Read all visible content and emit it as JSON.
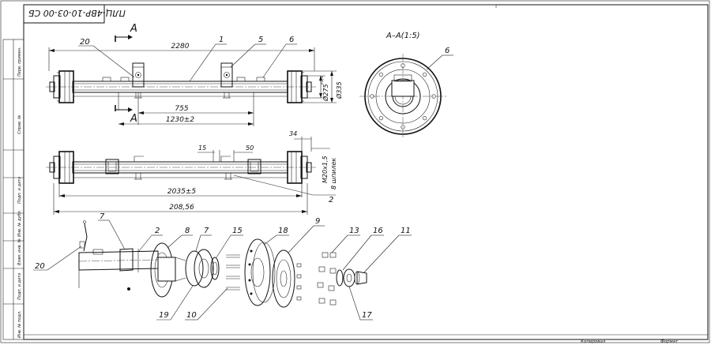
{
  "title_block": {
    "designation": "ПЛЦ-4ВР-10-03-00 СБ",
    "footer_copied": "Копировал",
    "footer_format": "Формат"
  },
  "side_stamp_labels": [
    "Перв. примен.",
    "Справ. №",
    "Подп. и дата",
    "Инв. № дубл.",
    "Взам. инв. №",
    "Подп. и дата",
    "Инв. № подл."
  ],
  "section": {
    "mark": "А",
    "title": "А–А(1:5)"
  },
  "dimensions": {
    "overall_length": "2280",
    "bracket_span": "755",
    "mount_span": "1230±2",
    "width_track": "2035±5",
    "hub_span": "208,56",
    "dim_15": "15",
    "dim_50": "50",
    "dim_34": "34",
    "bolt_circle": "Ø275",
    "bolt_tol": "+0,1",
    "flange_dia": "Ø335",
    "stud": "М20х1,5",
    "stud_count": "8 шпилек"
  },
  "balloons": {
    "b1": "1",
    "b5": "5",
    "b6": "6",
    "b20": "20",
    "b2": "2",
    "b6s": "6",
    "e7a": "7",
    "e2": "2",
    "e8": "8",
    "e7b": "7",
    "e15": "15",
    "e18": "18",
    "e9": "9",
    "e13": "13",
    "e16": "16",
    "e11": "11",
    "e20": "20",
    "e19": "19",
    "e10": "10",
    "e17": "17"
  }
}
